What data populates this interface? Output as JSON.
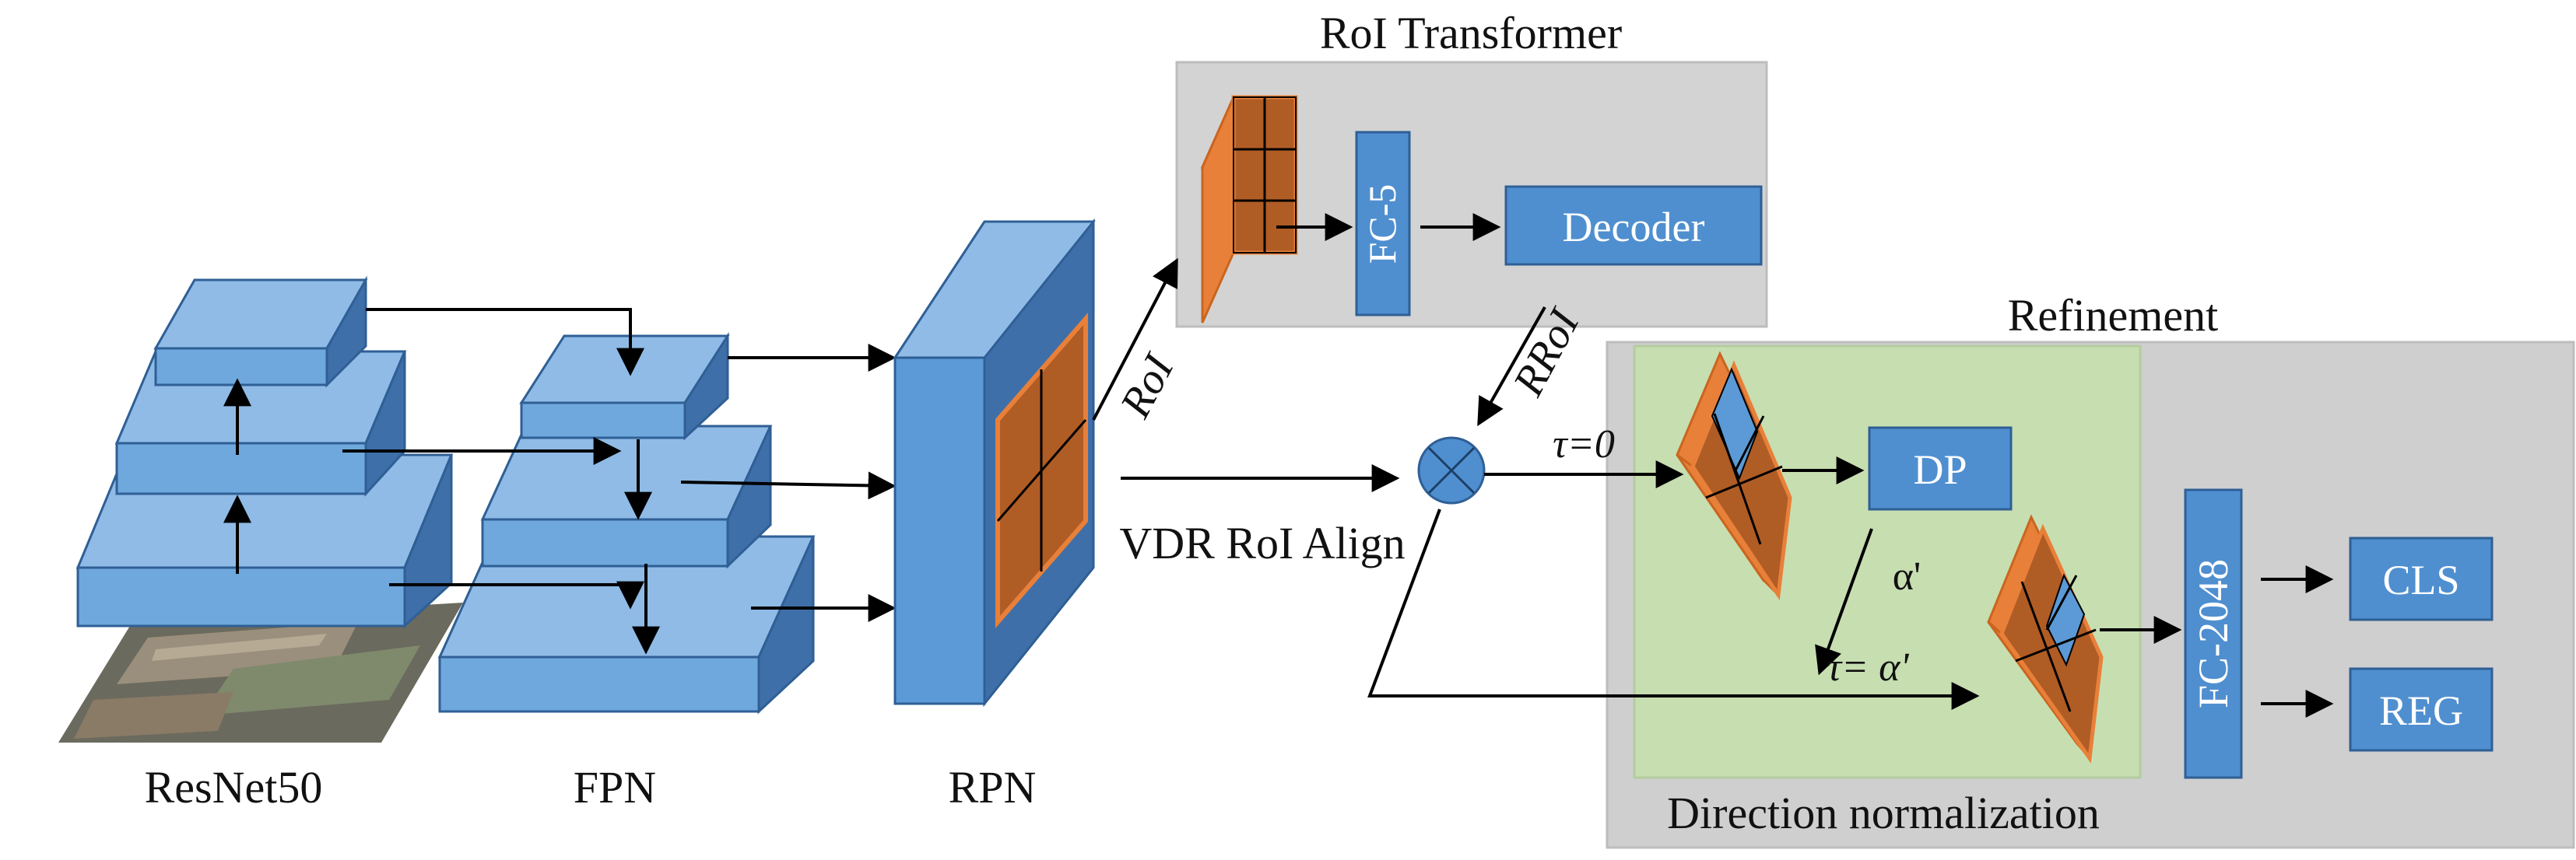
{
  "labels": {
    "resnet": "ResNet50",
    "fpn": "FPN",
    "rpn": "RPN",
    "roi_transformer": "RoI Transformer",
    "refinement": "Refinement",
    "direction_normalization": "Direction normalization",
    "vdr_roi_align": "VDR RoI Align",
    "roi": "RoI",
    "rroi": "RRoI",
    "tau0": "τ=0",
    "alpha": "α'",
    "tau_alpha": "τ= α'"
  },
  "boxes": {
    "fc5": "FC-5",
    "decoder": "Decoder",
    "dp": "DP",
    "fc2048": "FC-2048",
    "cls": "CLS",
    "reg": "REG"
  },
  "colors": {
    "block_face": "#6fa8dc",
    "block_top": "#8fbbe6",
    "block_side": "#3f6fa8",
    "block_stroke": "#2f5f95",
    "box_fill": "#4f8fd0",
    "orange": "#e8803a",
    "brown": "#b05c25",
    "roi_transformer_bg": "#d0d0d0",
    "refinement_bg": "#cfcfcf",
    "direction_bg": "#c9dfb4",
    "circle": "#4f8fd0"
  }
}
